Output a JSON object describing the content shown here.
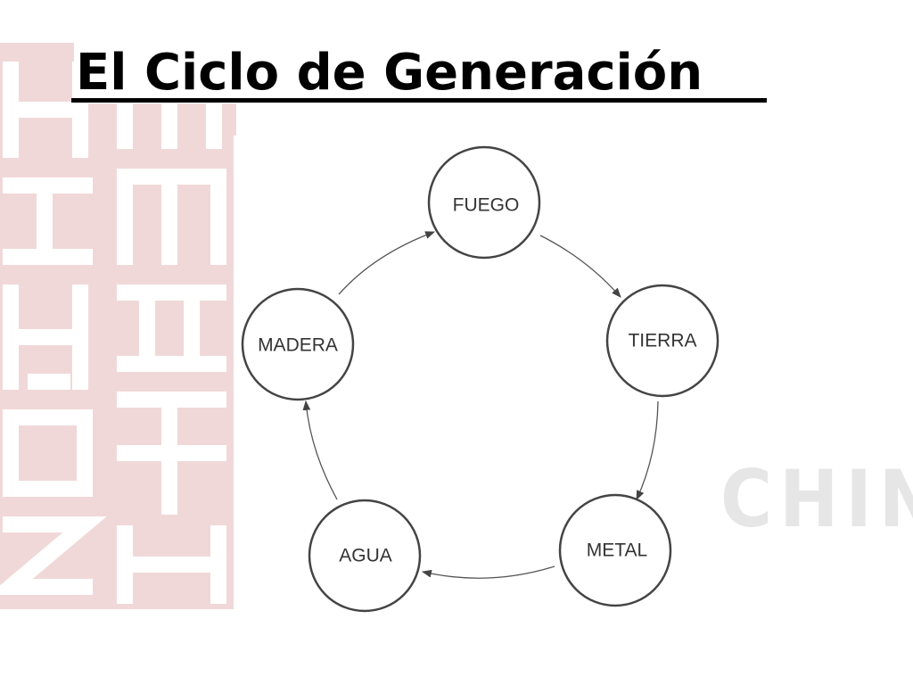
{
  "title": "El Ciclo de Generación",
  "watermark": "CHINA",
  "colors": {
    "seal": "#f1d8d8",
    "seal_strokes": "#ffffff",
    "watermark": "#e6e6e6",
    "node_stroke": "#444444",
    "arrow": "#555555",
    "title": "#000000"
  },
  "cycle": {
    "nodes": [
      {
        "id": "fuego",
        "label": "FUEGO"
      },
      {
        "id": "tierra",
        "label": "TIERRA"
      },
      {
        "id": "metal",
        "label": "METAL"
      },
      {
        "id": "agua",
        "label": "AGUA"
      },
      {
        "id": "madera",
        "label": "MADERA"
      }
    ],
    "edges": [
      {
        "from": "fuego",
        "to": "tierra"
      },
      {
        "from": "tierra",
        "to": "metal"
      },
      {
        "from": "metal",
        "to": "agua"
      },
      {
        "from": "agua",
        "to": "madera"
      },
      {
        "from": "madera",
        "to": "fuego"
      }
    ]
  }
}
